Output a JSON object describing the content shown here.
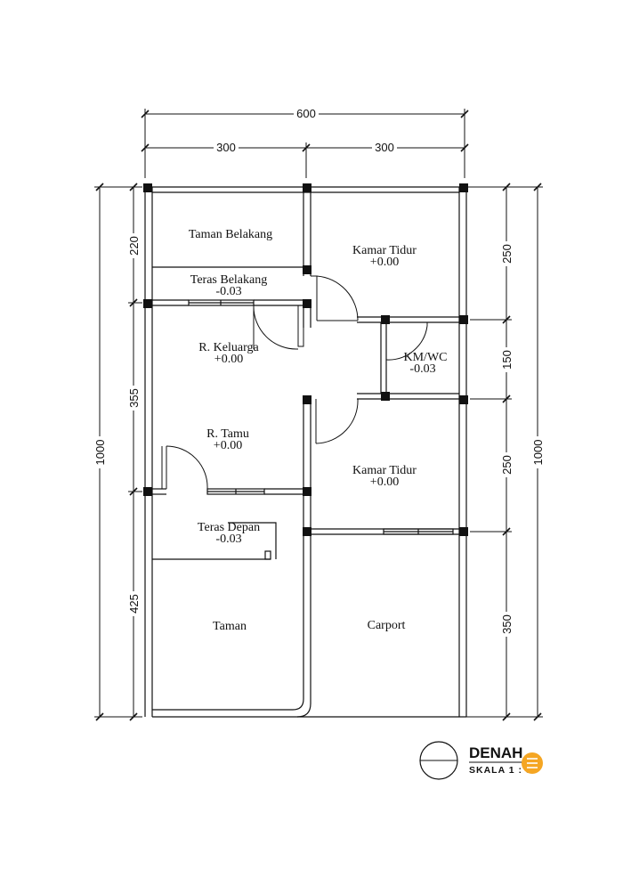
{
  "rooms": {
    "taman_belakang": {
      "name": "Taman Belakang"
    },
    "kamar_tidur_1": {
      "name": "Kamar Tidur",
      "level": "+0.00"
    },
    "teras_belakang": {
      "name": "Teras Belakang",
      "level": "-0.03"
    },
    "r_keluarga": {
      "name": "R. Keluarga",
      "level": "+0.00"
    },
    "km_wc": {
      "name": "KM/WC",
      "level": "-0.03"
    },
    "r_tamu": {
      "name": "R. Tamu",
      "level": "+0.00"
    },
    "kamar_tidur_2": {
      "name": "Kamar Tidur",
      "level": "+0.00"
    },
    "teras_depan": {
      "name": "Teras Depan",
      "level": "-0.03"
    },
    "taman": {
      "name": "Taman"
    },
    "carport": {
      "name": "Carport"
    }
  },
  "dimensions": {
    "top_total": "600",
    "top_left": "300",
    "top_right": "300",
    "left_total": "1000",
    "left_1": "220",
    "left_2": "355",
    "left_3": "425",
    "right_total": "1000",
    "right_1": "250",
    "right_2": "150",
    "right_3": "250",
    "right_4": "350"
  },
  "title_block": {
    "title": "DENAH",
    "scale": "SKALA 1 : 5",
    "badge_icon": "menu-icon",
    "badge_color": "#f5a623"
  },
  "colors": {
    "line": "#111111",
    "badge": "#f5a623"
  }
}
